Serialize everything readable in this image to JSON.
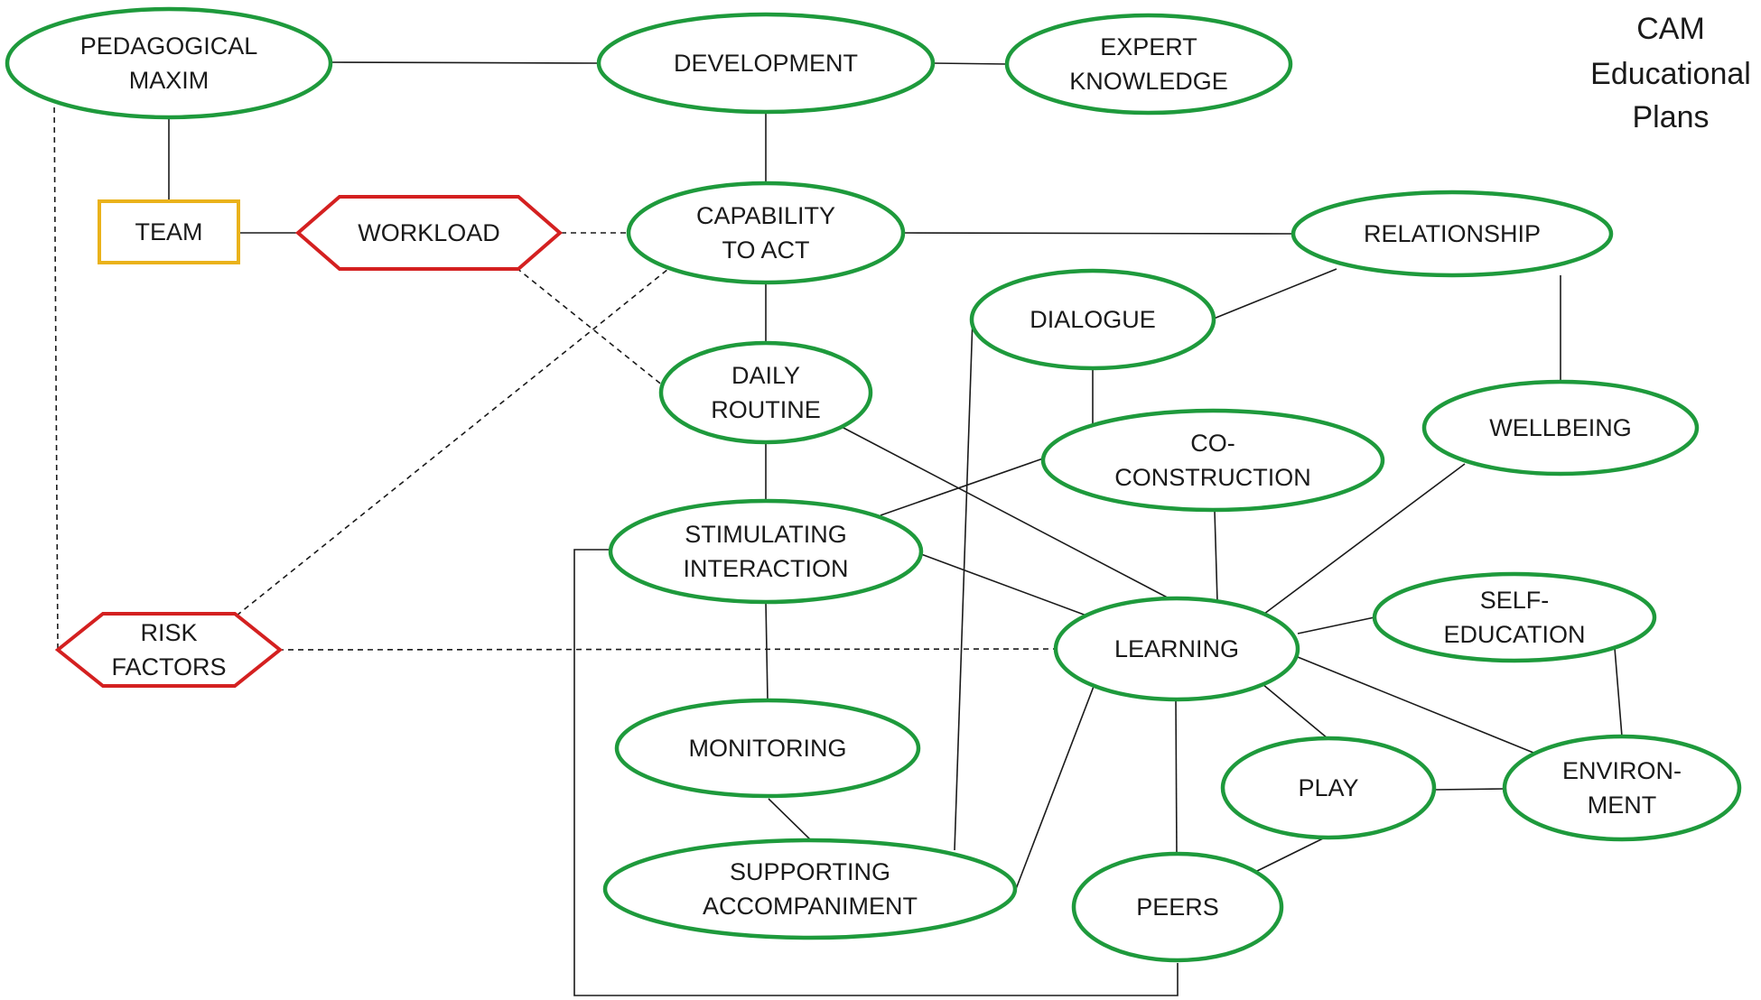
{
  "title": [
    "CAM",
    "Educational",
    "Plans"
  ],
  "colors": {
    "concept": "#1e9a3c",
    "risk": "#d42020",
    "team": "#eab21b",
    "edge": "#1a1a1a"
  },
  "nodes": [
    {
      "id": "pedagogical-maxim",
      "lines": [
        "PEDAGOGICAL",
        "MAXIM"
      ],
      "kind": "concept"
    },
    {
      "id": "development",
      "lines": [
        "DEVELOPMENT"
      ],
      "kind": "concept"
    },
    {
      "id": "expert-knowledge",
      "lines": [
        "EXPERT",
        "KNOWLEDGE"
      ],
      "kind": "concept"
    },
    {
      "id": "team",
      "lines": [
        "TEAM"
      ],
      "kind": "team"
    },
    {
      "id": "workload",
      "lines": [
        "WORKLOAD"
      ],
      "kind": "risk"
    },
    {
      "id": "capability-to-act",
      "lines": [
        "CAPABILITY",
        "TO ACT"
      ],
      "kind": "concept"
    },
    {
      "id": "relationship",
      "lines": [
        "RELATIONSHIP"
      ],
      "kind": "concept"
    },
    {
      "id": "dialogue",
      "lines": [
        "DIALOGUE"
      ],
      "kind": "concept"
    },
    {
      "id": "daily-routine",
      "lines": [
        "DAILY",
        "ROUTINE"
      ],
      "kind": "concept"
    },
    {
      "id": "wellbeing",
      "lines": [
        "WELLBEING"
      ],
      "kind": "concept"
    },
    {
      "id": "co-construction",
      "lines": [
        "CO-",
        "CONSTRUCTION"
      ],
      "kind": "concept"
    },
    {
      "id": "stimulating-interaction",
      "lines": [
        "STIMULATING",
        "INTERACTION"
      ],
      "kind": "concept"
    },
    {
      "id": "risk-factors",
      "lines": [
        "RISK",
        "FACTORS"
      ],
      "kind": "risk"
    },
    {
      "id": "learning",
      "lines": [
        "LEARNING"
      ],
      "kind": "concept"
    },
    {
      "id": "self-education",
      "lines": [
        "SELF-",
        "EDUCATION"
      ],
      "kind": "concept"
    },
    {
      "id": "monitoring",
      "lines": [
        "MONITORING"
      ],
      "kind": "concept"
    },
    {
      "id": "play",
      "lines": [
        "PLAY"
      ],
      "kind": "concept"
    },
    {
      "id": "environment",
      "lines": [
        "ENVIRON-",
        "MENT"
      ],
      "kind": "concept"
    },
    {
      "id": "supporting-accompaniment",
      "lines": [
        "SUPPORTING",
        "ACCOMPANIMENT"
      ],
      "kind": "concept"
    },
    {
      "id": "peers",
      "lines": [
        "PEERS"
      ],
      "kind": "concept"
    }
  ],
  "edges": [
    {
      "from": "pedagogical-maxim",
      "to": "development",
      "style": "solid"
    },
    {
      "from": "development",
      "to": "expert-knowledge",
      "style": "solid"
    },
    {
      "from": "pedagogical-maxim",
      "to": "team",
      "style": "solid"
    },
    {
      "from": "development",
      "to": "capability-to-act",
      "style": "solid"
    },
    {
      "from": "team",
      "to": "workload",
      "style": "solid"
    },
    {
      "from": "workload",
      "to": "capability-to-act",
      "style": "dashed"
    },
    {
      "from": "capability-to-act",
      "to": "relationship",
      "style": "solid"
    },
    {
      "from": "capability-to-act",
      "to": "daily-routine",
      "style": "solid"
    },
    {
      "from": "workload",
      "to": "daily-routine",
      "style": "dashed"
    },
    {
      "from": "relationship",
      "to": "dialogue",
      "style": "solid"
    },
    {
      "from": "relationship",
      "to": "wellbeing",
      "style": "solid"
    },
    {
      "from": "dialogue",
      "to": "co-construction",
      "style": "solid"
    },
    {
      "from": "daily-routine",
      "to": "stimulating-interaction",
      "style": "solid"
    },
    {
      "from": "daily-routine",
      "to": "learning",
      "style": "solid"
    },
    {
      "from": "co-construction",
      "to": "stimulating-interaction",
      "style": "solid"
    },
    {
      "from": "co-construction",
      "to": "learning",
      "style": "solid"
    },
    {
      "from": "wellbeing",
      "to": "learning",
      "style": "solid"
    },
    {
      "from": "pedagogical-maxim",
      "to": "risk-factors",
      "style": "dashed"
    },
    {
      "from": "risk-factors",
      "to": "capability-to-act",
      "style": "dashed"
    },
    {
      "from": "risk-factors",
      "to": "learning",
      "style": "dashed"
    },
    {
      "from": "stimulating-interaction",
      "to": "learning",
      "style": "solid"
    },
    {
      "from": "stimulating-interaction",
      "to": "monitoring",
      "style": "solid"
    },
    {
      "from": "stimulating-interaction",
      "to": "peers",
      "style": "solid"
    },
    {
      "from": "monitoring",
      "to": "supporting-accompaniment",
      "style": "solid"
    },
    {
      "from": "dialogue",
      "to": "supporting-accompaniment",
      "style": "solid"
    },
    {
      "from": "learning",
      "to": "supporting-accompaniment",
      "style": "solid"
    },
    {
      "from": "learning",
      "to": "self-education",
      "style": "solid"
    },
    {
      "from": "learning",
      "to": "environment",
      "style": "solid"
    },
    {
      "from": "learning",
      "to": "play",
      "style": "solid"
    },
    {
      "from": "learning",
      "to": "peers",
      "style": "solid"
    },
    {
      "from": "self-education",
      "to": "environment",
      "style": "solid"
    },
    {
      "from": "play",
      "to": "environment",
      "style": "solid"
    },
    {
      "from": "play",
      "to": "peers",
      "style": "solid"
    }
  ]
}
